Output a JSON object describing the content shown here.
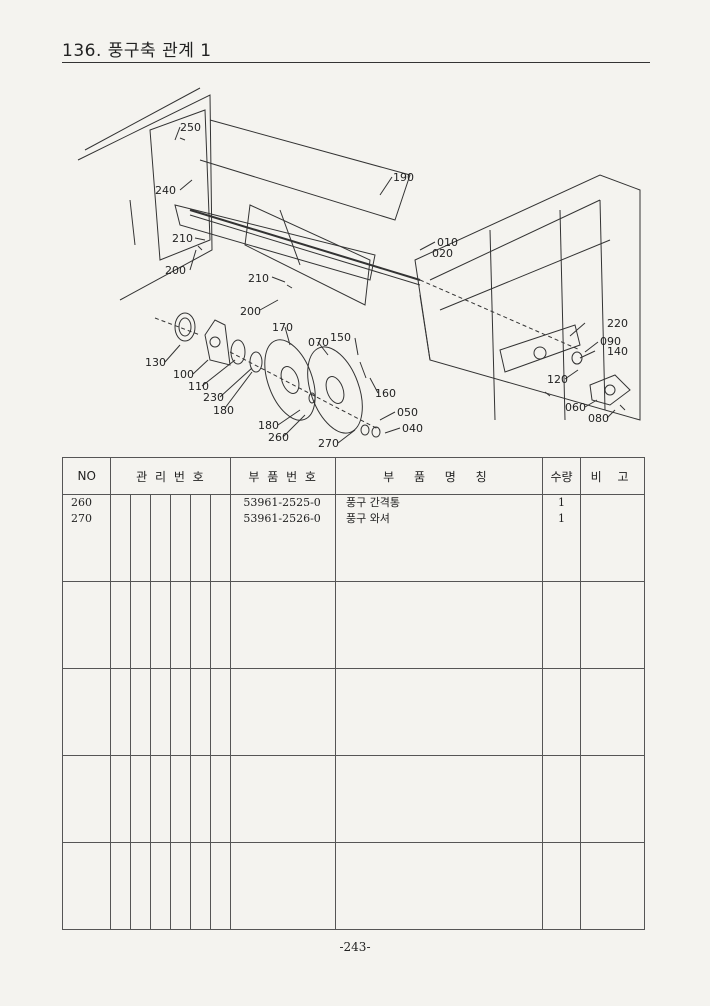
{
  "header": {
    "title": "136. 풍구축 관계 1"
  },
  "diagram": {
    "callouts": [
      "250",
      "190",
      "240",
      "010",
      "020",
      "210",
      "200",
      "210",
      "200",
      "220",
      "170",
      "150",
      "090",
      "070",
      "140",
      "130",
      "100",
      "110",
      "120",
      "230",
      "180",
      "160",
      "050",
      "060",
      "080",
      "180",
      "260",
      "270",
      "040"
    ]
  },
  "table": {
    "headers": {
      "no": "NO",
      "management_no": "관 리 번 호",
      "part_no": "부 품 번 호",
      "part_name": "부 품 명 칭",
      "qty": "수량",
      "remarks": "비 고"
    },
    "rows": [
      {
        "no": "260",
        "part_no": "53961-2525-0",
        "name": "풍구 간격통",
        "qty": "1"
      },
      {
        "no": "270",
        "part_no": "53961-2526-0",
        "name": "풍구 와셔",
        "qty": "1"
      }
    ]
  },
  "footer": {
    "page_number": "-243-"
  }
}
